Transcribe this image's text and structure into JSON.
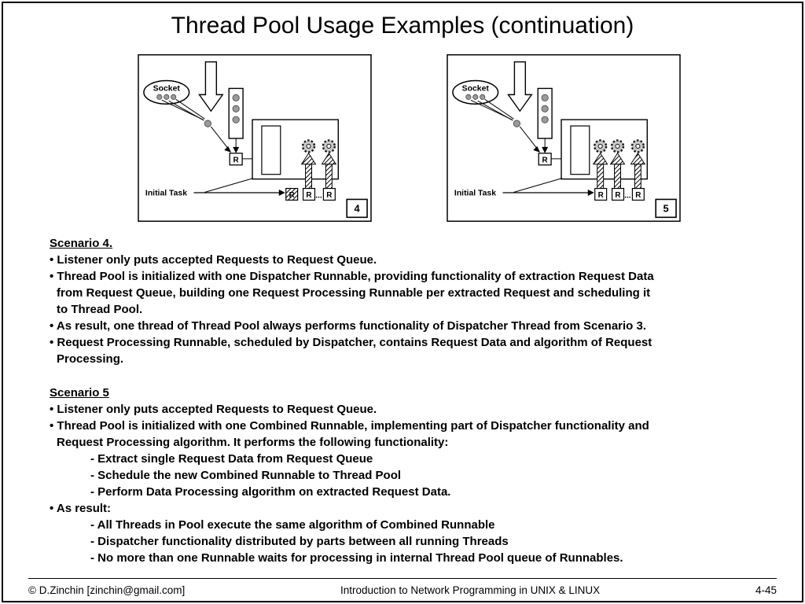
{
  "slide": {
    "title": "Thread Pool Usage Examples (continuation)",
    "footer": {
      "left": "© D.Zinchin [zinchin@gmail.com]",
      "center": "Introduction to Network Programming in UNIX & LINUX",
      "right": "4-45"
    }
  },
  "diagram_common": {
    "socket_label": "Socket",
    "initial_task_label": "Initial Task",
    "runnable_label": "R",
    "ellipsis": "..."
  },
  "diagram4": {
    "number": "4"
  },
  "diagram5": {
    "number": "5"
  },
  "scenario4": {
    "heading": "Scenario 4.",
    "lines": [
      "• Listener only puts accepted Requests to Request Queue.",
      "• Thread Pool is initialized with one Dispatcher Runnable, providing functionality of extraction Request Data",
      "from Request Queue, building one Request Processing Runnable per extracted Request and scheduling it",
      "to Thread Pool.",
      "• As result, one thread of Thread Pool always performs functionality of Dispatcher Thread from Scenario 3.",
      "• Request Processing Runnable, scheduled by Dispatcher, contains Request Data and algorithm of Request",
      "Processing."
    ]
  },
  "scenario5": {
    "heading": "Scenario 5",
    "lines": [
      "• Listener only puts accepted Requests to Request Queue.",
      "• Thread Pool is initialized with one Combined Runnable, implementing part of Dispatcher functionality and",
      "Request Processing algorithm. It performs the following functionality:",
      "- Extract single Request Data from Request Queue",
      "- Schedule the new Combined Runnable to Thread Pool",
      "- Perform Data Processing algorithm on extracted Request Data.",
      "• As result:",
      "- All Threads in Pool execute the same algorithm of Combined Runnable",
      "- Dispatcher functionality distributed by parts between all running Threads",
      "- No more than one Runnable waits for processing in internal Thread Pool queue of Runnables."
    ]
  }
}
